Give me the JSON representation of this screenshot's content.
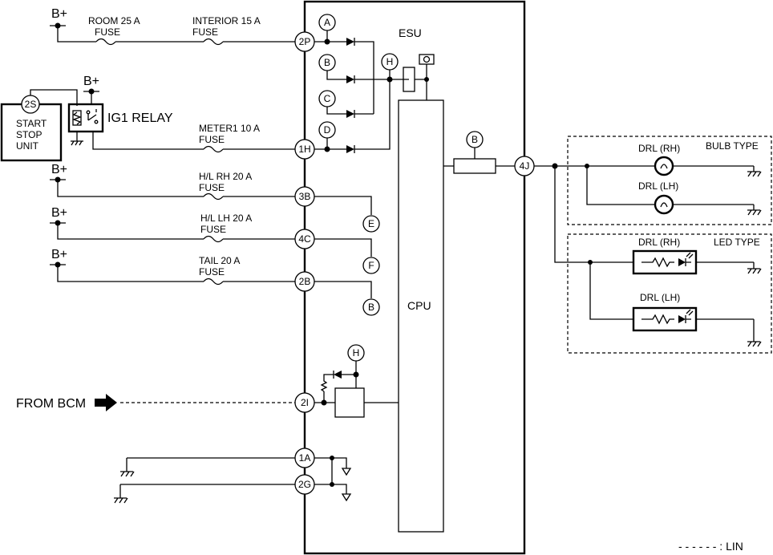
{
  "ecu": {
    "name": "ESU",
    "cpu_label": "CPU"
  },
  "left_unit": {
    "connector": "2S",
    "lines": [
      "START",
      "STOP",
      "UNIT"
    ]
  },
  "relay": {
    "label": "IG1 RELAY",
    "supply": "B+"
  },
  "supplies": {
    "top": "B+",
    "hl_rh": "B+",
    "hl_lh": "B+",
    "tail": "B+"
  },
  "fuses": {
    "room": {
      "name": "ROOM 25 A",
      "type": "FUSE"
    },
    "interior": {
      "name": "INTERIOR 15 A",
      "type": "FUSE"
    },
    "meter1": {
      "name": "METER1 10 A",
      "type": "FUSE"
    },
    "hl_rh": {
      "name": "H/L RH 20 A",
      "type": "FUSE"
    },
    "hl_lh": {
      "name": "H/L LH 20 A",
      "type": "FUSE"
    },
    "tail": {
      "name": "TAIL 20 A",
      "type": "FUSE"
    }
  },
  "terminals": {
    "t2p": "2P",
    "t1h": "1H",
    "t3b": "3B",
    "t4c": "4C",
    "t2b": "2B",
    "t2i": "2I",
    "t1a": "1A",
    "t2g": "2G",
    "t4j": "4J"
  },
  "nodes": {
    "a": "A",
    "b_top": "B",
    "c": "C",
    "d": "D",
    "h_top": "H",
    "b_cpu": "B",
    "e": "E",
    "f": "F",
    "b_low": "B",
    "h_low": "H"
  },
  "bcm": {
    "label": "FROM BCM"
  },
  "bulb_group": {
    "title": "BULB TYPE",
    "rh": "DRL (RH)",
    "lh": "DRL (LH)"
  },
  "led_group": {
    "title": "LED TYPE",
    "rh": "DRL (RH)",
    "lh": "DRL (LH)"
  },
  "legend": {
    "label": "- - - - - - : LIN"
  }
}
